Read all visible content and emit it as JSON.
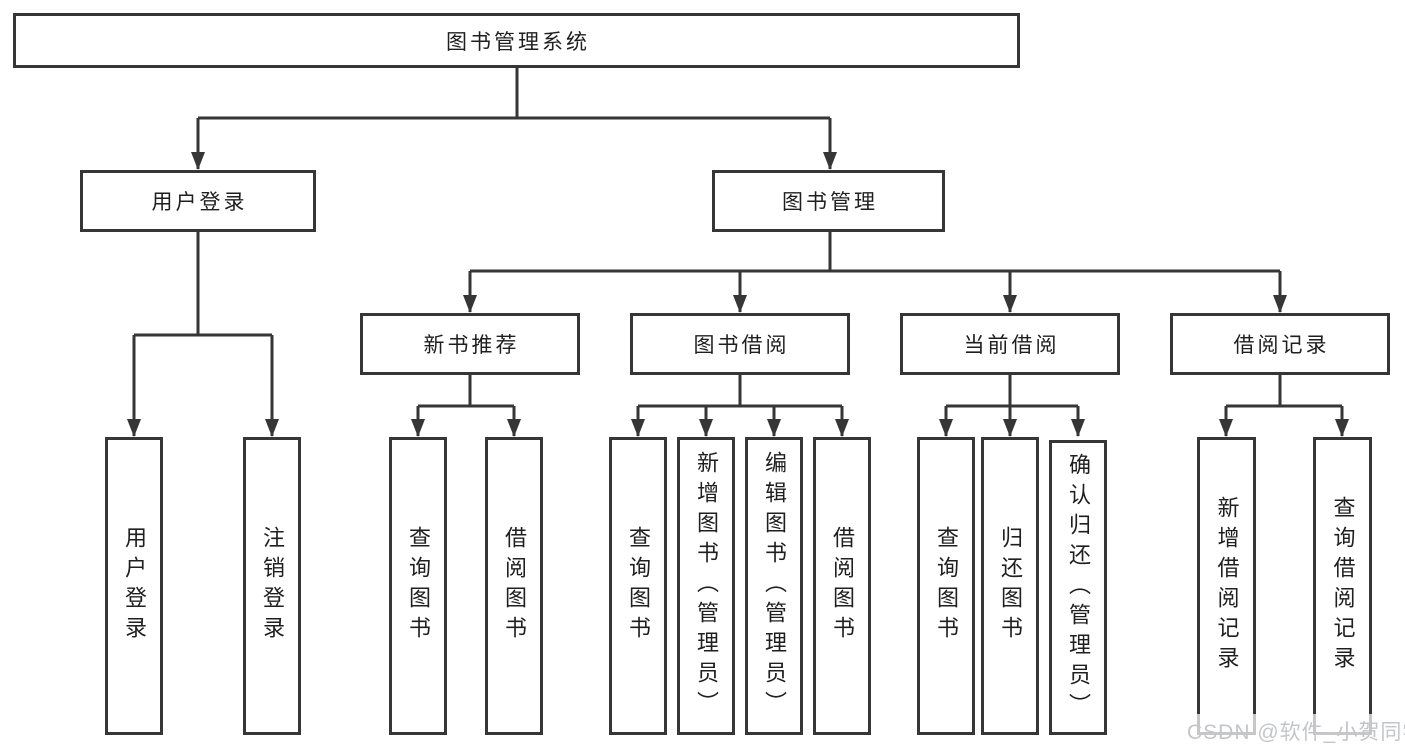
{
  "diagram": {
    "title_hint": "Library management system function tree",
    "root": {
      "label": "图书管理系统"
    },
    "branches": [
      {
        "label": "用户登录",
        "children": [
          {
            "label": "用户登录"
          },
          {
            "label": "注销登录"
          }
        ]
      },
      {
        "label": "图书管理",
        "children": [
          {
            "label": "新书推荐",
            "children": [
              {
                "label": "查询图书"
              },
              {
                "label": "借阅图书"
              }
            ]
          },
          {
            "label": "图书借阅",
            "children": [
              {
                "label": "查询图书"
              },
              {
                "label": "新增图书（管理员）"
              },
              {
                "label": "编辑图书（管理员）"
              },
              {
                "label": "借阅图书"
              }
            ]
          },
          {
            "label": "当前借阅",
            "children": [
              {
                "label": "查询图书"
              },
              {
                "label": "归还图书"
              },
              {
                "label": "确认归还（管理员）"
              }
            ]
          },
          {
            "label": "借阅记录",
            "children": [
              {
                "label": "新增借阅记录"
              },
              {
                "label": "查询借阅记录"
              }
            ]
          }
        ]
      }
    ]
  },
  "watermark": {
    "text": "CSDN @软件_小贺同学"
  },
  "colors": {
    "line": "#363636",
    "box_border": "#363636",
    "text": "#1f1f1f",
    "watermark": "#c3c6c9",
    "background": "#ffffff"
  }
}
